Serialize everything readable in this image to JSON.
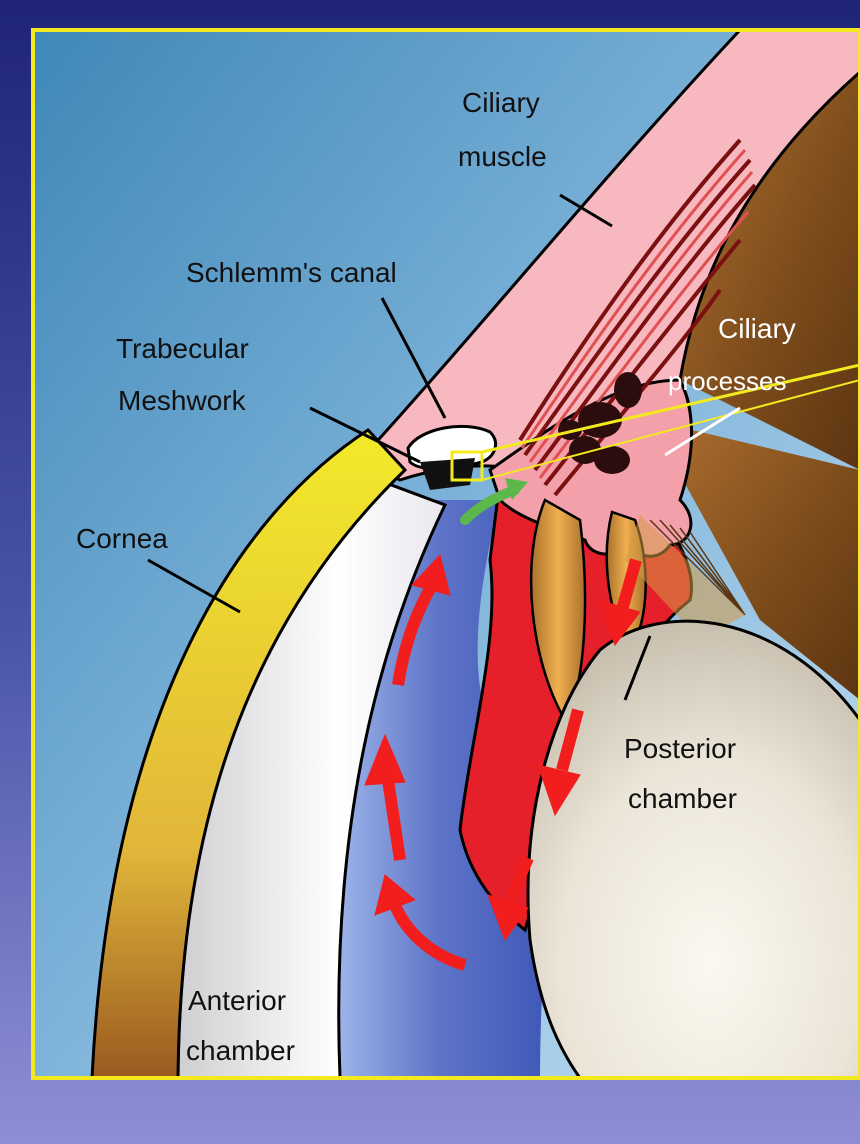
{
  "labels": {
    "ciliary_muscle_1": "Ciliary",
    "ciliary_muscle_2": "muscle",
    "schlemms_canal": "Schlemm's canal",
    "trabecular_1": "Trabecular",
    "trabecular_2": "Meshwork",
    "ciliary_processes_1": "Ciliary",
    "ciliary_processes_2": "processes",
    "cornea": "Cornea",
    "posterior_1": "Posterior",
    "posterior_2": "chamber",
    "anterior_1": "Anterior",
    "anterior_2": "chamber"
  },
  "colors": {
    "background": "#2a2f86",
    "frame": "#f2ea1e",
    "aqueous_flow": "#f21d1d",
    "uveoscleral_flow": "#5cb84a",
    "sclera": "#f7b8c0",
    "iris": "#e6202a",
    "lens": "#f4efe4",
    "anterior_chamber": "#5a6fc4"
  }
}
